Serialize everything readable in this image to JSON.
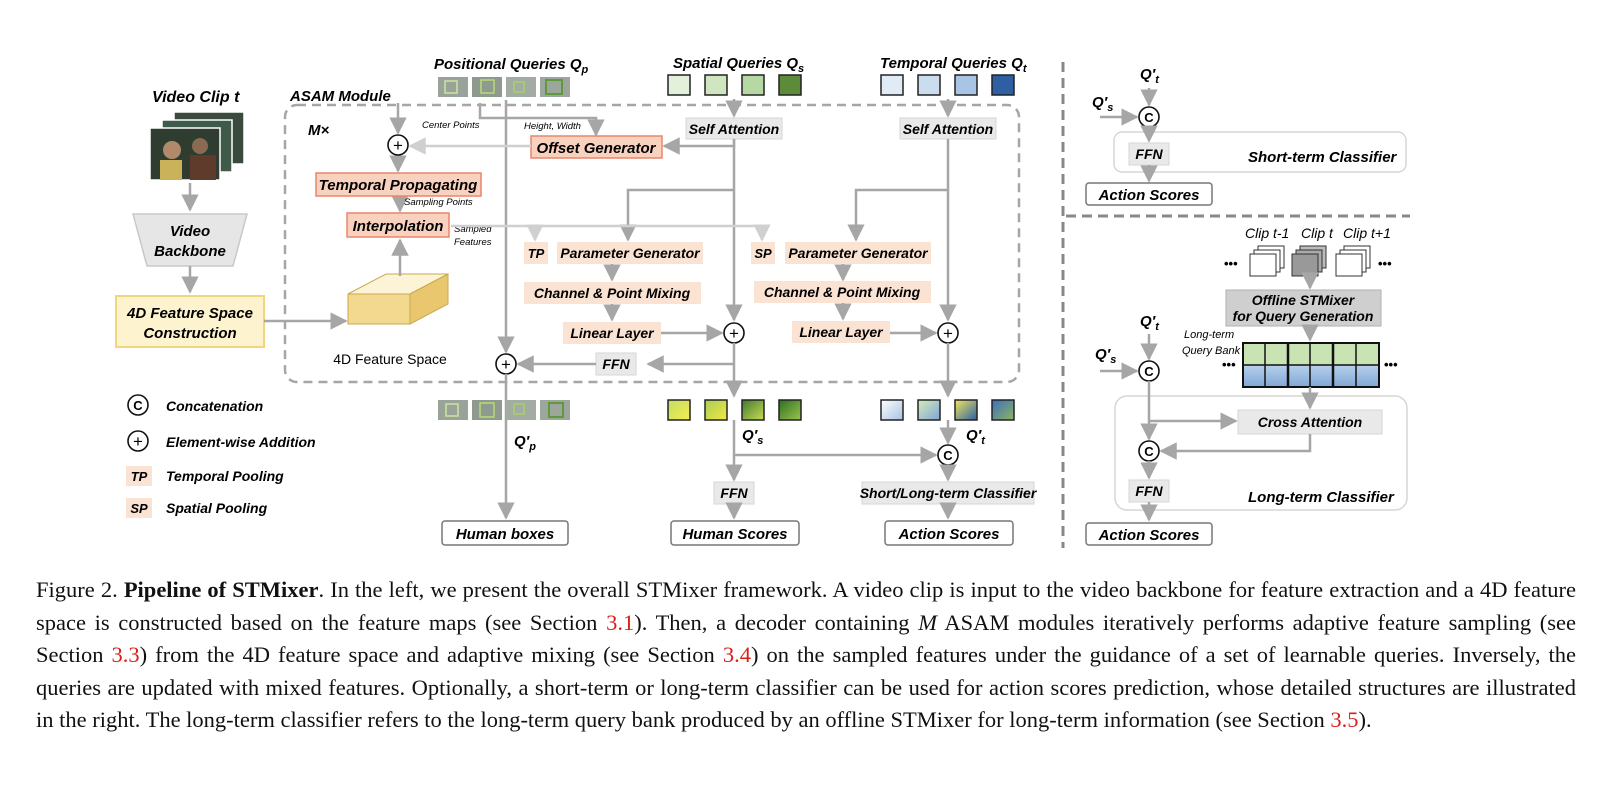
{
  "left": {
    "video_clip": "Video Clip  t",
    "video_backbone": [
      "Video",
      "Backbone"
    ],
    "feature_construction": [
      "4D Feature Space",
      "Construction"
    ],
    "feature_space": "4D Feature Space",
    "legend": {
      "concat_symbol": "C",
      "concat": "Concatenation",
      "add_symbol": "+",
      "add": "Element-wise Addition",
      "tp_symbol": "TP",
      "tp": "Temporal Pooling",
      "sp_symbol": "SP",
      "sp": "Spatial Pooling"
    }
  },
  "asam": {
    "title": "ASAM Module",
    "repeat": "M×",
    "center_points": "Center Points",
    "height_width": "Height, Width",
    "offset_generator": "Offset Generator",
    "temporal_propagating": "Temporal Propagating",
    "sampling_points": "Sampling Points",
    "interpolation": "Interpolation",
    "sampled": "Sampled",
    "features": "Features",
    "tp": "TP",
    "sp": "SP",
    "param_gen": "Parameter Generator",
    "mixing": "Channel & Point Mixing",
    "linear": "Linear Layer",
    "ffn": "FFN",
    "self_attention": "Self Attention",
    "plus": "+"
  },
  "queries": {
    "positional": "Positional Queries Q",
    "positional_sub": "p",
    "spatial": "Spatial Queries Q",
    "spatial_sub": "s",
    "temporal": "Temporal Queries Q",
    "temporal_sub": "t",
    "qp_out": "Q′",
    "qp_out_sub": "p",
    "qs_out": "Q′",
    "qs_out_sub": "s",
    "qt_out": "Q′",
    "qt_out_sub": "t"
  },
  "outputs": {
    "ffn": "FFN",
    "classifier": "Short/Long-term Classifier",
    "human_boxes": "Human boxes",
    "human_scores": "Human Scores",
    "action_scores": "Action Scores"
  },
  "short_term": {
    "qt": "Q′",
    "qt_sub": "t",
    "qs": "Q′",
    "qs_sub": "s",
    "concat": "C",
    "ffn": "FFN",
    "title": "Short-term Classifier",
    "scores": "Action Scores"
  },
  "long_term": {
    "clip_prev": "Clip t-1",
    "clip_cur": "Clip t",
    "clip_next": "Clip t+1",
    "dots": "•••",
    "offline": [
      "Offline STMixer",
      "for Query Generation"
    ],
    "bank": [
      "Long-term",
      "Query Bank"
    ],
    "qt": "Q′",
    "qt_sub": "t",
    "qs": "Q′",
    "qs_sub": "s",
    "concat": "C",
    "cross_attention": "Cross Attention",
    "ffn": "FFN",
    "title": "Long-term Classifier",
    "scores": "Action Scores"
  },
  "caption": {
    "label": "Figure 2.",
    "bold": "Pipeline of STMixer",
    "t1": ". In the left, we present the overall STMixer framework. A video clip is input to the video backbone for feature extraction and a 4D feature space is constructed based on the feature maps (see Section ",
    "r1": "3.1",
    "t2": "). Then, a decoder containing ",
    "m": "M",
    "t3": " ASAM modules iteratively performs adaptive feature sampling (see Section ",
    "r2": "3.3",
    "t4": ") from the 4D feature space and adaptive mixing (see Section ",
    "r3": "3.4",
    "t5": ") on the sampled features under the guidance of a set of learnable queries. Inversely, the queries are updated with mixed features. Optionally, a short-term or long-term classifier can be used for action scores prediction, whose detailed structures are illustrated in the right.  The long-term classifier refers to the long-term query bank produced by an offline STMixer for long-term information (see Section ",
    "r4": "3.5",
    "t6": ")."
  },
  "colors": {
    "orange_fill": "#f9d2bf",
    "orange_stroke": "#e8866a",
    "peach_fill": "#fbe3d3",
    "yellow_fill": "#fdf3cf",
    "yellow_stroke": "#f0d77c",
    "gray_fill": "#e6e6e6",
    "arrow": "#a6a6a6",
    "spatial_query": [
      "#e3f0da",
      "#cfe6c0",
      "#b6d9a3",
      "#5d8b3a"
    ],
    "temporal_query": [
      "#e1ebf5",
      "#cbdcee",
      "#a9c4e4",
      "#2e5fa3"
    ],
    "caption_ref": "#d8211b"
  }
}
